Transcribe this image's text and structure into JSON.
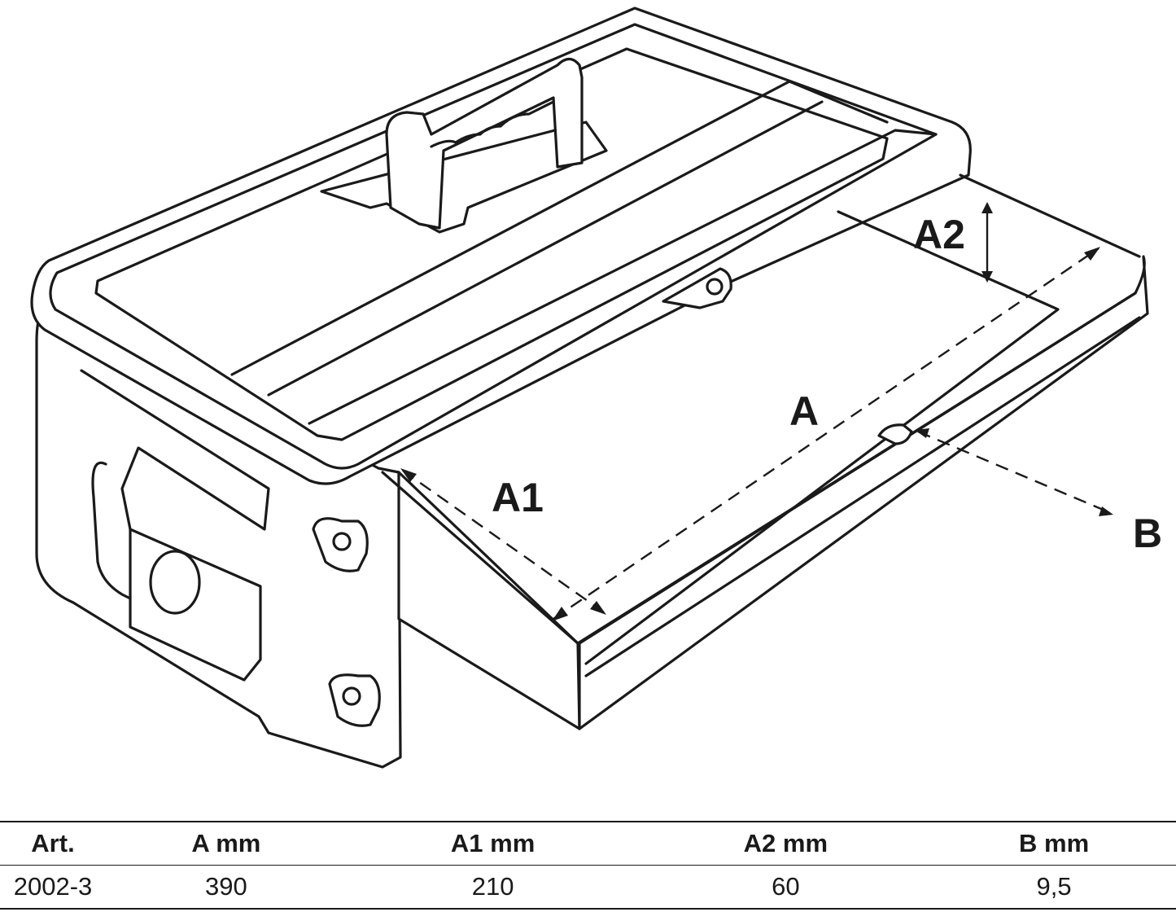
{
  "labels": {
    "a": "A",
    "a1": "A1",
    "a2": "A2",
    "b": "B"
  },
  "table": {
    "headers": [
      "Art.",
      "A mm",
      "A1 mm",
      "A2 mm",
      "B mm"
    ],
    "rows": [
      [
        "2002-3",
        "390",
        "210",
        "60",
        "9,5"
      ]
    ]
  }
}
